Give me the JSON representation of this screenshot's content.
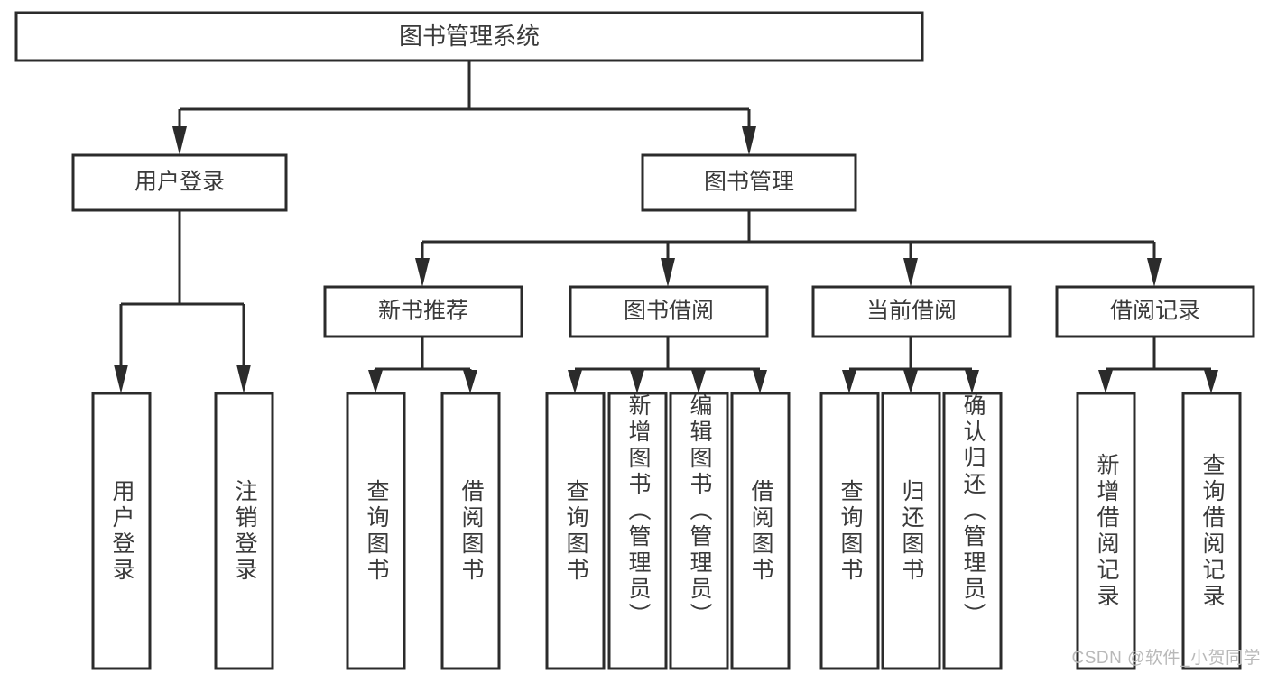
{
  "diagram": {
    "type": "tree-hierarchy",
    "root": {
      "id": "root",
      "label": "图书管理系统"
    },
    "level2": [
      {
        "id": "user-login",
        "label": "用户登录"
      },
      {
        "id": "book-manage",
        "label": "图书管理"
      }
    ],
    "level3": [
      {
        "id": "new-book-rec",
        "label": "新书推荐",
        "parent": "book-manage"
      },
      {
        "id": "book-borrow",
        "label": "图书借阅",
        "parent": "book-manage"
      },
      {
        "id": "current-borrow",
        "label": "当前借阅",
        "parent": "book-manage"
      },
      {
        "id": "borrow-record",
        "label": "借阅记录",
        "parent": "book-manage"
      }
    ],
    "leaves": [
      {
        "id": "leaf-user-login",
        "label": "用户登录",
        "parent": "user-login"
      },
      {
        "id": "leaf-logout",
        "label": "注销登录",
        "parent": "user-login"
      },
      {
        "id": "leaf-query-book-1",
        "label": "查询图书",
        "parent": "new-book-rec"
      },
      {
        "id": "leaf-borrow-book-1",
        "label": "借阅图书",
        "parent": "new-book-rec"
      },
      {
        "id": "leaf-query-book-2",
        "label": "查询图书",
        "parent": "book-borrow"
      },
      {
        "id": "leaf-add-book",
        "label": "新增图书（管理员）",
        "parent": "book-borrow"
      },
      {
        "id": "leaf-edit-book",
        "label": "编辑图书（管理员）",
        "parent": "book-borrow"
      },
      {
        "id": "leaf-borrow-book-2",
        "label": "借阅图书",
        "parent": "book-borrow"
      },
      {
        "id": "leaf-query-book-3",
        "label": "查询图书",
        "parent": "current-borrow"
      },
      {
        "id": "leaf-return-book",
        "label": "归还图书",
        "parent": "current-borrow"
      },
      {
        "id": "leaf-confirm-return",
        "label": "确认归还（管理员）",
        "parent": "current-borrow"
      },
      {
        "id": "leaf-add-record",
        "label": "新增借阅记录",
        "parent": "borrow-record"
      },
      {
        "id": "leaf-query-record",
        "label": "查询借阅记录",
        "parent": "borrow-record"
      }
    ]
  },
  "watermark": {
    "text": "CSDN @软件_小贺同学"
  },
  "colors": {
    "stroke": "#2b2b2b",
    "text": "#3a3a3a",
    "background": "#ffffff",
    "watermark": "#b9b9b9"
  }
}
